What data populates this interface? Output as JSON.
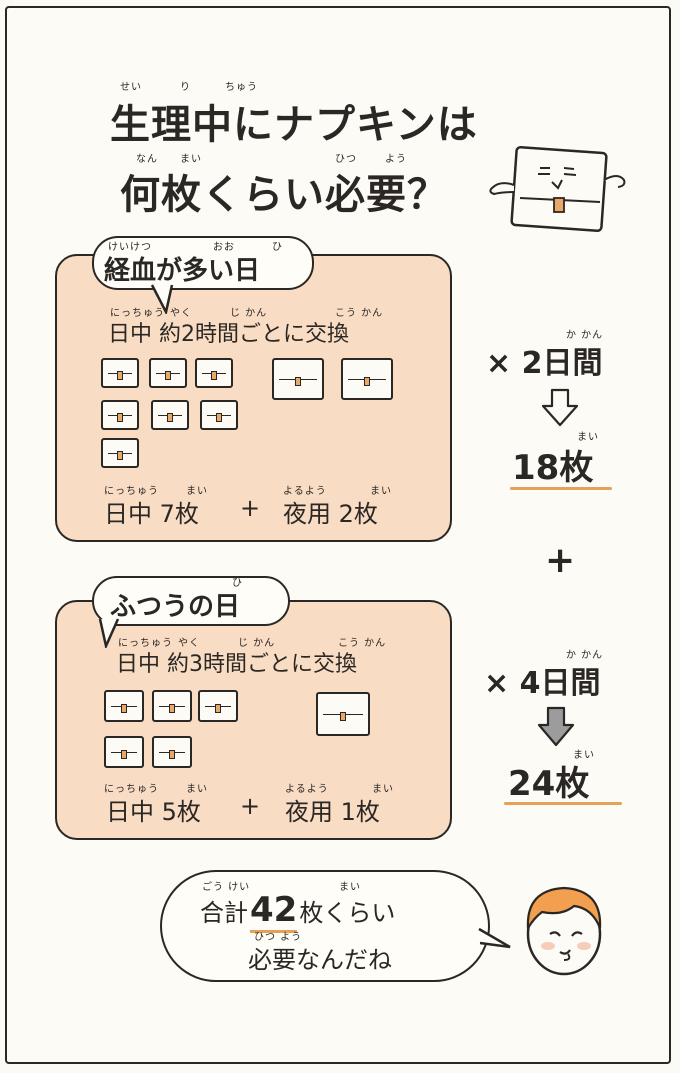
{
  "title": {
    "line1": "生理中にナプキンは",
    "line1_ruby": [
      "せい",
      "り",
      "ちゅう"
    ],
    "line2": "何枚くらい必要？",
    "line2_ruby": [
      "なん",
      "まい",
      "ひつ",
      "よう"
    ]
  },
  "heavy_day": {
    "label": "経血が多い日",
    "label_ruby": [
      "けいけつ",
      "おお",
      "ひ"
    ],
    "rule": "日中 約2時間ごとに交換",
    "rule_ruby": [
      "にっちゅう",
      "やく",
      "じ かん",
      "こう かん"
    ],
    "daytime_pads": 7,
    "night_pads": 2,
    "summary_day": "日中 7枚",
    "summary_day_ruby": [
      "にっちゅう",
      "まい"
    ],
    "plus": "+",
    "summary_night": "夜用 2枚",
    "summary_night_ruby": [
      "よるよう",
      "まい"
    ],
    "multiplier": "× 2日間",
    "multiplier_ruby": "か かん",
    "total": "18枚",
    "total_ruby": "まい"
  },
  "between_plus": "+",
  "normal_day": {
    "label": "ふつうの日",
    "label_ruby": "ひ",
    "rule": "日中 約3時間ごとに交換",
    "rule_ruby": [
      "にっちゅう",
      "やく",
      "じ かん",
      "こう かん"
    ],
    "daytime_pads": 5,
    "night_pads": 1,
    "summary_day": "日中 5枚",
    "summary_day_ruby": [
      "にっちゅう",
      "まい"
    ],
    "plus": "+",
    "summary_night": "夜用 1枚",
    "summary_night_ruby": [
      "よるよう",
      "まい"
    ],
    "multiplier": "× 4日間",
    "multiplier_ruby": "か かん",
    "total": "24枚",
    "total_ruby": "まい"
  },
  "conclusion": {
    "line1_pre": "合計",
    "line1_num": "42",
    "line1_post": "枚くらい",
    "line1_ruby": [
      "ごう けい",
      "まい"
    ],
    "line2": "必要なんだね",
    "line2_ruby": "ひつ よう"
  },
  "colors": {
    "panel": "#f9dcc4",
    "ink": "#2b2724",
    "accent": "#e5a05a",
    "hair": "#f2a050"
  },
  "icons": [
    "pad-mascot-icon",
    "down-arrow-icon",
    "girl-face-icon"
  ]
}
